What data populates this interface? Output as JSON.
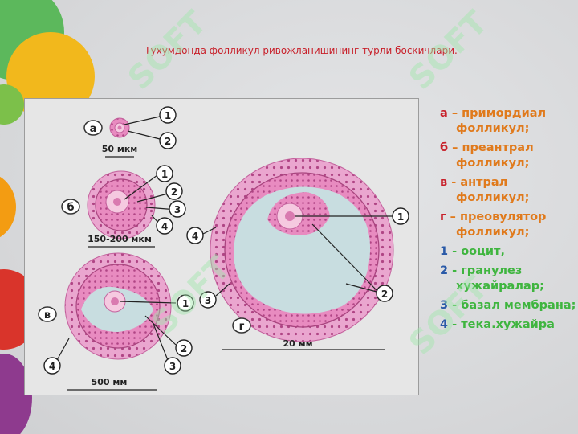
{
  "title": "Тухумдонда фолликул ривожланишининг турли боскичлари.",
  "watermark_text": "SOFT",
  "colors": {
    "title": "#c8202a",
    "legend_letter": "#c8202a",
    "legend_stage_text": "#e07a1c",
    "legend_number": "#2a5aa8",
    "legend_part_text": "#3fb53f",
    "tissue": "#e27fb6",
    "tissue_dark": "#b84a8c",
    "antrum": "#c8dde0"
  },
  "figure": {
    "stage_labels": [
      "а",
      "б",
      "в",
      "г"
    ],
    "number_labels": [
      "1",
      "2",
      "3",
      "4"
    ],
    "scales": {
      "a": "50 мкм",
      "b": "150-200 мкм",
      "c": "500 мм",
      "d": "20 мм"
    }
  },
  "legend": [
    {
      "key": "а",
      "sep": " – ",
      "text": "примордиал фолликул;",
      "type": "stage"
    },
    {
      "key": "б",
      "sep": " – ",
      "text": "преантрал фолликул;",
      "type": "stage"
    },
    {
      "key": "в",
      "sep": " - ",
      "text": "антрал фолликул;",
      "type": "stage"
    },
    {
      "key": "г",
      "sep": " – ",
      "text": "преовулятор фолликул;",
      "type": "stage"
    },
    {
      "key": "1",
      "sep": " - ",
      "text": "ооцит,",
      "type": "part"
    },
    {
      "key": "2",
      "sep": " - ",
      "text": "гранулез хужайралар;",
      "type": "part"
    },
    {
      "key": "3",
      "sep": " - ",
      "text": "базал мембрана;",
      "type": "part"
    },
    {
      "key": "4",
      "sep": " - ",
      "text": "тека.хужайра",
      "type": "part"
    }
  ]
}
